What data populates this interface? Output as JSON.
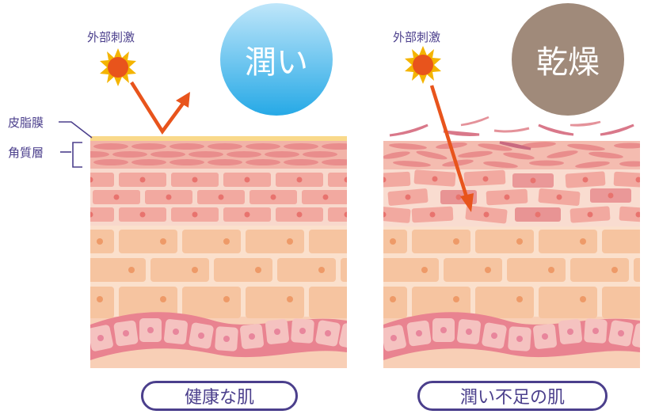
{
  "left": {
    "stimulus_label": "外部刺激",
    "badge_label": "潤い",
    "caption": "健康な肌",
    "layer_labels": {
      "sebum": "皮脂膜",
      "stratum_corneum": "角質層"
    }
  },
  "right": {
    "stimulus_label": "外部刺激",
    "badge_label": "乾燥",
    "caption": "潤い不足の肌"
  },
  "colors": {
    "label_text": "#4b3f8c",
    "badge_moist": "#3fb4e8",
    "badge_dry": "#a08a7a",
    "arrow": "#e8541c",
    "sun_core": "#e8541c",
    "sun_rays": "#f4b400",
    "sebum": "#f9d98a",
    "corneum_bg": "#f2b3a8",
    "corneum_cell": "#e98d8c",
    "spinous_bg": "#f8d8cc",
    "spinous_cell": "#f2a9a0",
    "granular_cell": "#f6c4a0",
    "nucleus_pink": "#e8736e",
    "nucleus_orange": "#ee9a68",
    "basal_band": "#e98390",
    "basal_cell": "#f5c2c0",
    "dermis": "#f8cfb6"
  }
}
